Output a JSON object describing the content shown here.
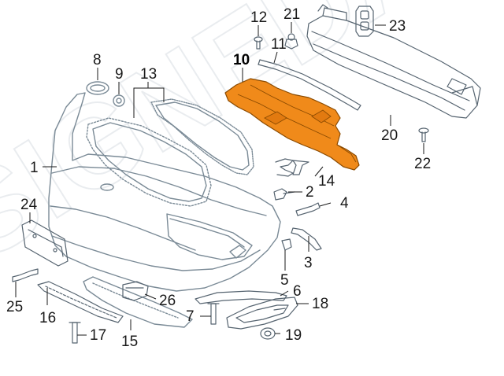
{
  "watermark": "SIGNEDA",
  "labels": {
    "l1": "1",
    "l2": "2",
    "l3": "3",
    "l4": "4",
    "l5": "5",
    "l6": "6",
    "l7": "7",
    "l8": "8",
    "l9": "9",
    "l10": "10",
    "l11": "11",
    "l12": "12",
    "l13": "13",
    "l14": "14",
    "l15": "15",
    "l16": "16",
    "l17": "17",
    "l18": "18",
    "l19": "19",
    "l20": "20",
    "l21": "21",
    "l22": "22",
    "l23": "23",
    "l24": "24",
    "l25": "25",
    "l26": "26"
  },
  "colors": {
    "highlight_fill": "#f08a1a",
    "highlight_stroke": "#8a4a00",
    "part_stroke": "#7a8a96",
    "label": "#1a1a1a"
  }
}
